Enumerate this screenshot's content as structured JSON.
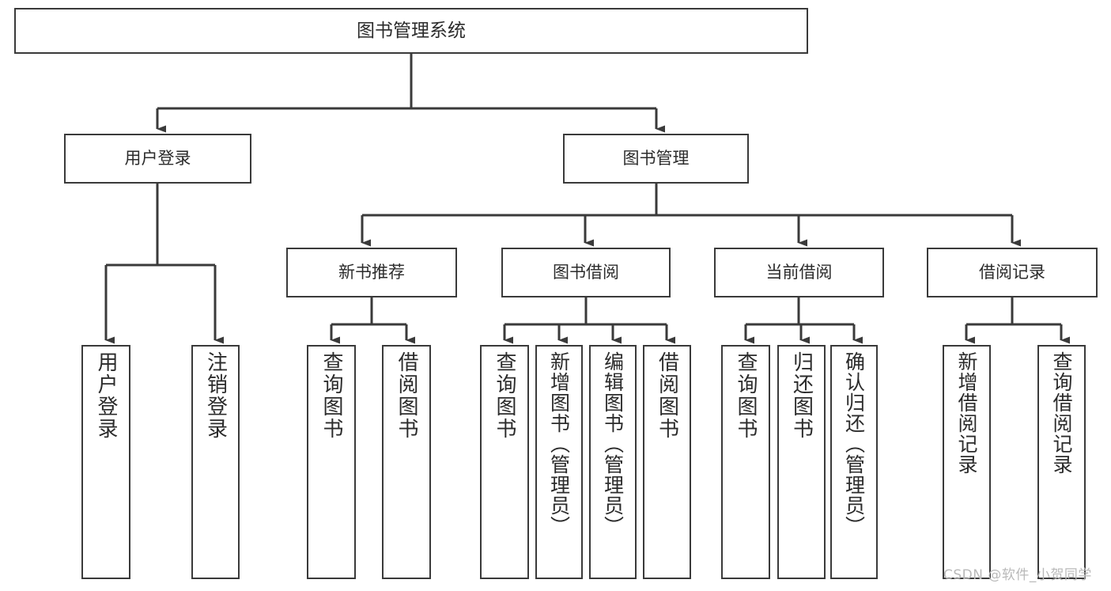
{
  "diagram": {
    "type": "tree",
    "title": "图书管理系统",
    "root": {
      "label": "图书管理系统"
    },
    "level2": [
      {
        "label": "用户登录"
      },
      {
        "label": "图书管理"
      }
    ],
    "level3": [
      {
        "label": "新书推荐"
      },
      {
        "label": "图书借阅"
      },
      {
        "label": "当前借阅"
      },
      {
        "label": "借阅记录"
      }
    ],
    "leaves": {
      "user_login": [
        {
          "label": "用户登录"
        },
        {
          "label": "注销登录"
        }
      ],
      "new_book": [
        {
          "label": "查询图书"
        },
        {
          "label": "借阅图书"
        }
      ],
      "book_borrow": [
        {
          "label": "查询图书"
        },
        {
          "label": "新增图书（管理员）"
        },
        {
          "label": "编辑图书（管理员）"
        },
        {
          "label": "借阅图书"
        }
      ],
      "current_borrow": [
        {
          "label": "查询图书"
        },
        {
          "label": "归还图书"
        },
        {
          "label": "确认归还（管理员）"
        }
      ],
      "borrow_record": [
        {
          "label": "新增借阅记录"
        },
        {
          "label": "查询借阅记录"
        }
      ]
    }
  },
  "watermark": {
    "text": "CSDN @软件_小贺同学"
  },
  "colors": {
    "box_border": "#3a3a3a",
    "box_fill": "#ffffff",
    "text": "#2b2b2b",
    "edge": "#3a3a3a",
    "watermark": "#b9b9b9"
  }
}
